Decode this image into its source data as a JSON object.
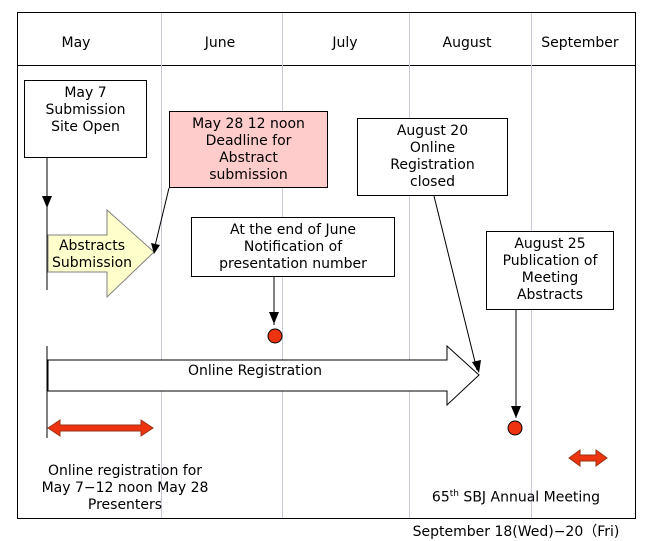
{
  "months": [
    "May",
    "June",
    "July",
    "August",
    "September"
  ],
  "boxes": {
    "submission_open": "May 7\nSubmission\nSite Open",
    "abstract_deadline": "May 28 12 noon\nDeadline for\nAbstract\nsubmission",
    "registration_closed": "August 20\nOnline\nRegistration\nclosed",
    "notification": "At the end of June\nNotification of\npresentation number",
    "publication": "August 25\nPublication of\nMeeting\nAbstracts"
  },
  "arrows": {
    "abstracts_submission": "Abstracts\nSubmission",
    "online_registration": "Online Registration"
  },
  "presenters": {
    "line1": "Online registration for",
    "line2": "Presenters",
    "line3": "May 7−12 noon  May 28"
  },
  "meeting": {
    "number": "65",
    "suffix": "th",
    "name": " SBJ Annual Meeting",
    "dates": "September 18(Wed)−20（Fri)"
  },
  "colors": {
    "pink_box": "#ffcccc",
    "yellow_arrow": "#ffffcc",
    "red_marker": "#ee3311"
  }
}
